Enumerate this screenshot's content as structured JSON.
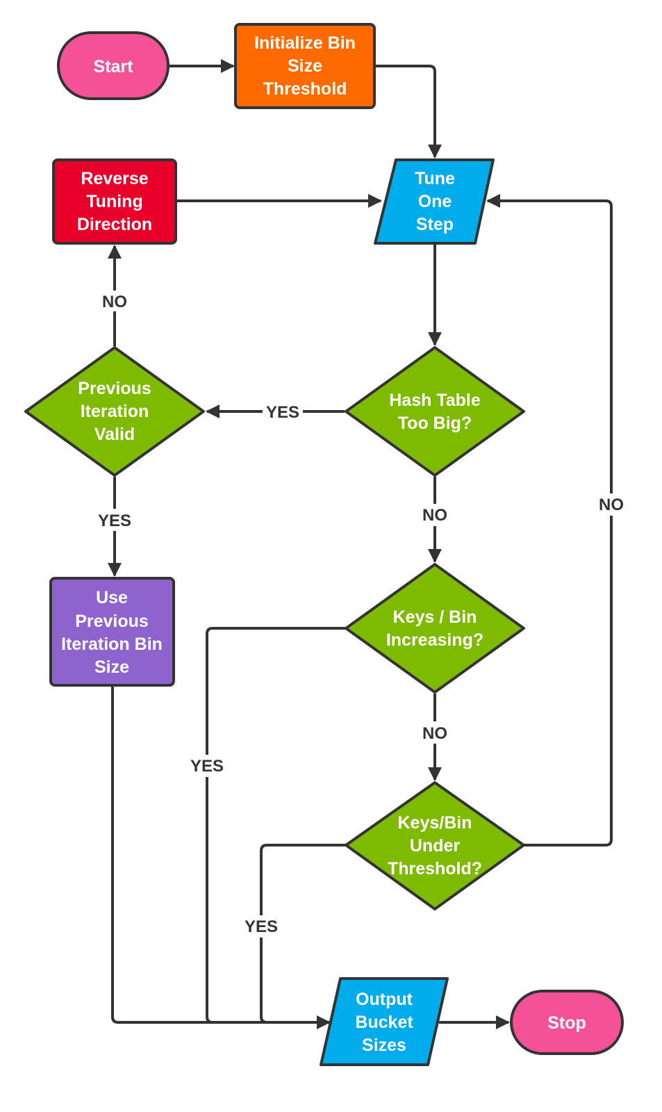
{
  "diagram": {
    "type": "flowchart",
    "nodes": {
      "start": {
        "label": "Start",
        "shape": "terminator",
        "color": "#F55197"
      },
      "init": {
        "label": [
          "Initialize Bin",
          "Size",
          "Threshold"
        ],
        "shape": "process",
        "color": "#FF6A00"
      },
      "tune": {
        "label": [
          "Tune",
          "One",
          "Step"
        ],
        "shape": "io",
        "color": "#00ACEB"
      },
      "reverse": {
        "label": [
          "Reverse",
          "Tuning",
          "Direction"
        ],
        "shape": "process",
        "color": "#E8002A"
      },
      "hash": {
        "label": [
          "Hash Table",
          "Too Big?"
        ],
        "shape": "decision",
        "color": "#7DBA00"
      },
      "prev_valid": {
        "label": [
          "Previous",
          "Iteration",
          "Valid"
        ],
        "shape": "decision",
        "color": "#7DBA00"
      },
      "use_prev": {
        "label": [
          "Use",
          "Previous",
          "Iteration Bin",
          "Size"
        ],
        "shape": "process",
        "color": "#8E63CE"
      },
      "keys_inc": {
        "label": [
          "Keys / Bin",
          "Increasing?"
        ],
        "shape": "decision",
        "color": "#7DBA00"
      },
      "keys_under": {
        "label": [
          "Keys/Bin",
          "Under",
          "Threshold?"
        ],
        "shape": "decision",
        "color": "#7DBA00"
      },
      "output": {
        "label": [
          "Output",
          "Bucket",
          "Sizes"
        ],
        "shape": "io",
        "color": "#00ACEB"
      },
      "stop": {
        "label": "Stop",
        "shape": "terminator",
        "color": "#F55197"
      }
    },
    "edges": [
      {
        "from": "start",
        "to": "init",
        "label": ""
      },
      {
        "from": "init",
        "to": "tune",
        "label": ""
      },
      {
        "from": "reverse",
        "to": "tune",
        "label": ""
      },
      {
        "from": "tune",
        "to": "hash",
        "label": ""
      },
      {
        "from": "hash",
        "to": "prev_valid",
        "label": "YES"
      },
      {
        "from": "prev_valid",
        "to": "reverse",
        "label": "NO"
      },
      {
        "from": "prev_valid",
        "to": "use_prev",
        "label": "YES"
      },
      {
        "from": "hash",
        "to": "keys_inc",
        "label": "NO"
      },
      {
        "from": "keys_inc",
        "to": "keys_under",
        "label": "NO"
      },
      {
        "from": "keys_inc",
        "to": "output",
        "label": "YES"
      },
      {
        "from": "keys_under",
        "to": "tune",
        "label": "NO"
      },
      {
        "from": "keys_under",
        "to": "output",
        "label": "YES"
      },
      {
        "from": "use_prev",
        "to": "output",
        "label": ""
      },
      {
        "from": "output",
        "to": "stop",
        "label": ""
      }
    ],
    "edge_color": "#333333",
    "text_color": "#ffffff"
  }
}
